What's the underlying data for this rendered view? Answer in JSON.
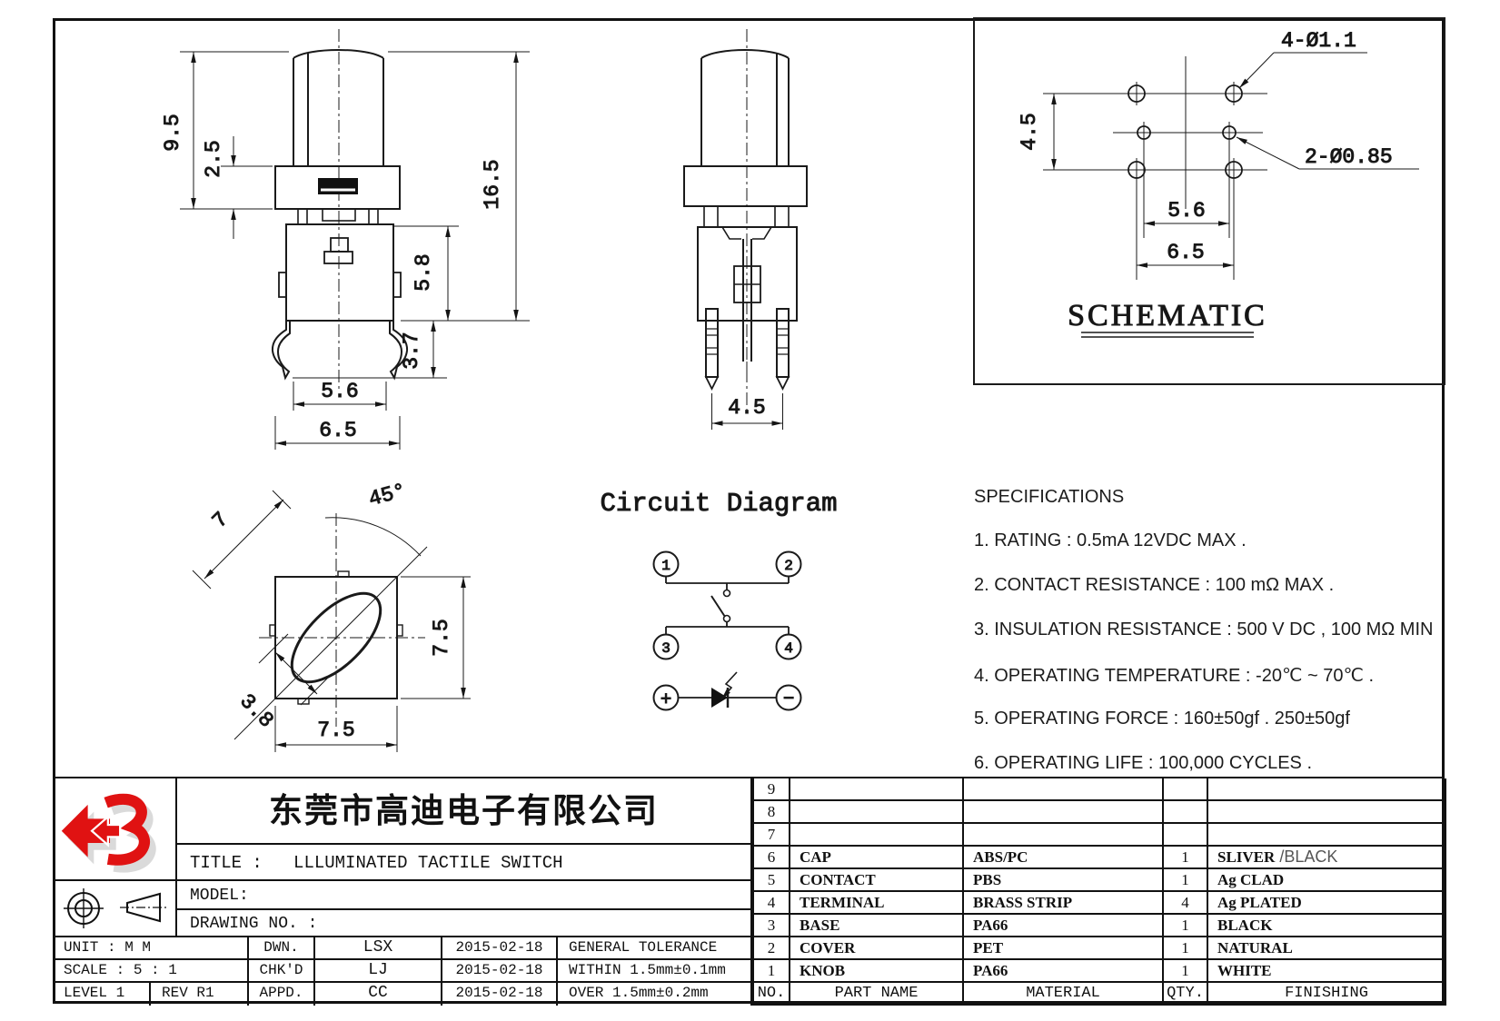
{
  "views": {
    "front": {
      "d95": "9.5",
      "d25": "2.5",
      "d165": "16.5",
      "d58": "5.8",
      "d37": "3.7",
      "d56": "5.6",
      "d65": "6.5"
    },
    "side": {
      "d45": "4.5"
    },
    "pcb": {
      "title": "SCHEMATIC",
      "d45": "4.5",
      "d56": "5.6",
      "d65": "6.5",
      "holes_outer": "4-Ø1.1",
      "holes_inner": "2-Ø0.85"
    },
    "top": {
      "d7": "7",
      "angle": "45°",
      "d75_right": "7.5",
      "d38": "3.8",
      "d75_bottom": "7.5"
    },
    "circuit": {
      "title": "Circuit Diagram",
      "t1": "1",
      "t2": "2",
      "t3": "3",
      "t4": "4",
      "plus": "+",
      "minus": "−"
    }
  },
  "specs": {
    "title": "SPECIFICATIONS",
    "items": [
      "1. RATING : 0.5mA 12VDC MAX .",
      "2. CONTACT RESISTANCE : 100 mΩ MAX .",
      "3. INSULATION RESISTANCE : 500 V DC , 100 MΩ MIN",
      "4. OPERATING TEMPERATURE : -20℃ ~ 70℃ .",
      "5. OPERATING FORCE : 160±50gf . 250±50gf",
      "6. OPERATING LIFE : 100,000 CYCLES ."
    ]
  },
  "titleblock": {
    "company": "东莞市高迪电子有限公司",
    "title_label": "TITLE :",
    "title_value": "LLLUMINATED TACTILE SWITCH",
    "model_label": "MODEL:",
    "drawing_label": "DRAWING NO.  :",
    "unit": "UNIT   :    M M",
    "dwn_label": "DWN.",
    "dwn": "LSX",
    "dwn_date": "2015-02-18",
    "tol_title": "GENERAL TOLERANCE",
    "scale": "SCALE  :  5 : 1",
    "chk_label": "CHK'D",
    "chk": "LJ",
    "chk_date": "2015-02-18",
    "tol_within": "WITHIN 1.5mm±0.1mm",
    "level": "LEVEL 1",
    "rev": "REV  R1",
    "appd_label": "APPD.",
    "appd": "CC",
    "appd_date": "2015-02-18",
    "tol_over": "OVER   1.5mm±0.2mm"
  },
  "parts": {
    "headers": {
      "no": "NO.",
      "name": "PART  NAME",
      "material": "MATERIAL",
      "qty": "QTY.",
      "finishing": "FINISHING"
    },
    "rows": [
      {
        "no": "9",
        "name": "",
        "material": "",
        "qty": "",
        "finishing": "",
        "finishing2": ""
      },
      {
        "no": "8",
        "name": "",
        "material": "",
        "qty": "",
        "finishing": "",
        "finishing2": ""
      },
      {
        "no": "7",
        "name": "",
        "material": "",
        "qty": "",
        "finishing": "",
        "finishing2": ""
      },
      {
        "no": "6",
        "name": "CAP",
        "material": "ABS/PC",
        "qty": "1",
        "finishing": "SLIVER",
        "finishing2": " /BLACK"
      },
      {
        "no": "5",
        "name": "CONTACT",
        "material": "PBS",
        "qty": "1",
        "finishing": "Ag CLAD",
        "finishing2": ""
      },
      {
        "no": "4",
        "name": "TERMINAL",
        "material": "BRASS STRIP",
        "qty": "4",
        "finishing": "Ag PLATED",
        "finishing2": ""
      },
      {
        "no": "3",
        "name": "BASE",
        "material": "PA66",
        "qty": "1",
        "finishing": "BLACK",
        "finishing2": ""
      },
      {
        "no": "2",
        "name": "COVER",
        "material": "PET",
        "qty": "1",
        "finishing": "NATURAL",
        "finishing2": ""
      },
      {
        "no": "1",
        "name": "KNOB",
        "material": "PA66",
        "qty": "1",
        "finishing": "WHITE",
        "finishing2": ""
      }
    ]
  }
}
